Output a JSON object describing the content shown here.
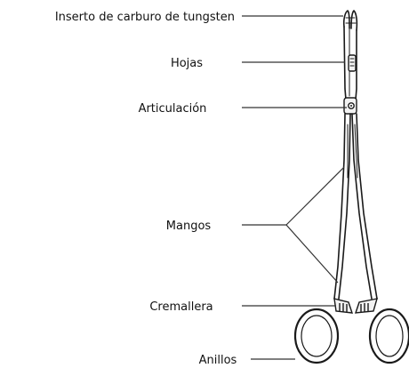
{
  "labels": {
    "tip": "Inserto de carburo de tungsten",
    "jaws": "Hojas",
    "joint": "Articulación",
    "handles": "Mangos",
    "ratchet": "Cremallera",
    "rings": "Anillos"
  }
}
